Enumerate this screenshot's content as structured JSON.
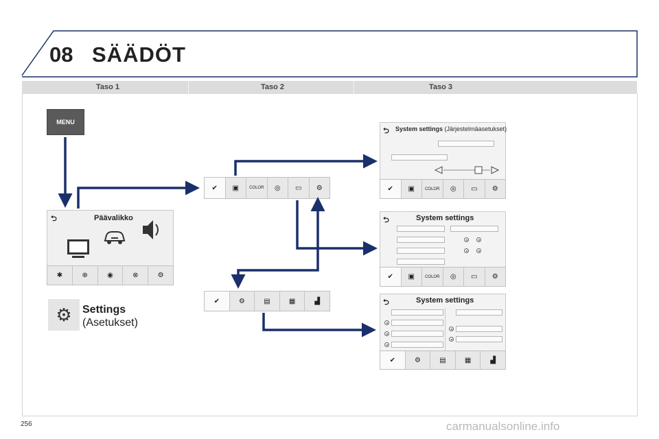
{
  "header": {
    "chapter_number": "08",
    "chapter_title": "SÄÄDÖT"
  },
  "columns": [
    "Taso 1",
    "Taso 2",
    "Taso 3"
  ],
  "menu_button": {
    "label": "MENU"
  },
  "main_menu": {
    "title": "Päävalikko"
  },
  "settings_item": {
    "title": "Settings",
    "subtitle": "(Asetukset)"
  },
  "panels": {
    "system_top": {
      "title": "System settings",
      "subtitle": "(Järjestelmäasetukset)"
    },
    "system_mid": {
      "title": "System settings"
    },
    "system_bottom": {
      "title": "System settings"
    }
  },
  "toolbar_icons": {
    "color_label": "COLOR",
    "main_menu_tabs": [
      "bluetooth-icon",
      "navigation-icon",
      "radio-icon",
      "web-icon",
      "settings-icon"
    ],
    "display_tabs": [
      "check-icon",
      "screen-icon",
      "color-icon",
      "audio-icon",
      "video-icon",
      "settings-arrow-icon"
    ],
    "system_tabs": [
      "check-icon",
      "settings-arrow-icon",
      "units-icon",
      "calendar-icon",
      "factory-icon"
    ]
  },
  "colors": {
    "arrow": "#1a2f6b",
    "header_bar": "#dcdcdc",
    "menu_button": "#5a5a5a"
  },
  "footer": {
    "page_number": "256",
    "watermark": "carmanualsonline.info"
  }
}
